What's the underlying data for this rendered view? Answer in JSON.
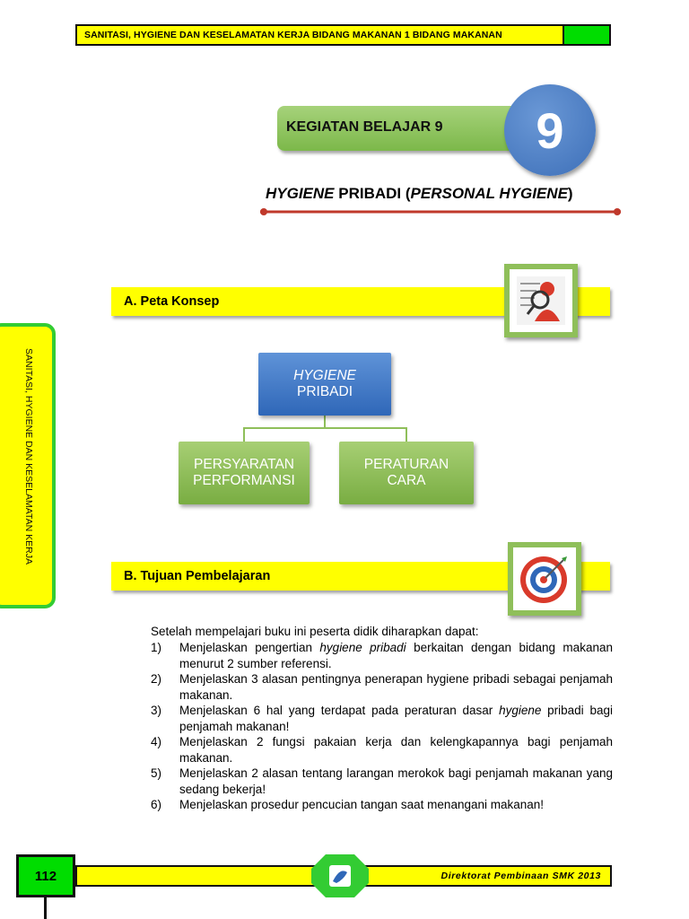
{
  "header": {
    "title": "SANITASI, HYGIENE DAN KESELAMATAN KERJA BIDANG MAKANAN 1 BIDANG MAKANAN"
  },
  "side_tab": {
    "text": "SANITASI, HYGIENE DAN KESELAMATAN KERJA"
  },
  "chapter": {
    "banner": "KEGIATAN BELAJAR 9",
    "number": "9",
    "title_part1": "HYGIENE",
    "title_part2": " PRIBADI (",
    "title_part3": "PERSONAL HYGIENE",
    "title_part4": ")"
  },
  "section_a": {
    "heading": "A.  Peta Konsep",
    "icon": "magnifier-person-icon"
  },
  "concept_map": {
    "top_line1": "HYGIENE",
    "top_line2": "PRIBADI",
    "left_line1": "PERSYARATAN",
    "left_line2": "PERFORMANSI",
    "right_line1": "PERATURAN",
    "right_line2": "CARA"
  },
  "section_b": {
    "heading": "B.  Tujuan Pembelajaran",
    "icon": "target-icon",
    "intro": "Setelah mempelajari buku ini peserta didik diharapkan dapat:",
    "items": [
      {
        "num": "1)",
        "a": "Menjelaskan pengertian ",
        "i": "hygiene pribadi",
        "b": " berkaitan dengan bidang makanan menurut 2 sumber referensi."
      },
      {
        "num": "2)",
        "a": "Menjelaskan 3 alasan pentingnya penerapan hygiene pribadi sebagai penjamah makanan.",
        "i": "",
        "b": ""
      },
      {
        "num": "3)",
        "a": "Menjelaskan 6 hal yang terdapat pada peraturan dasar ",
        "i": "hygiene",
        "b": " pribadi bagi penjamah makanan!"
      },
      {
        "num": "4)",
        "a": "Menjelaskan 2 fungsi pakaian kerja dan kelengkapannya bagi penjamah makanan.",
        "i": "",
        "b": ""
      },
      {
        "num": "5)",
        "a": "Menjelaskan 2 alasan tentang larangan merokok bagi penjamah makanan yang sedang bekerja!",
        "i": "",
        "b": ""
      },
      {
        "num": "6)",
        "a": "Menjelaskan prosedur pencucian tangan saat menangani makanan!",
        "i": "",
        "b": ""
      }
    ]
  },
  "footer": {
    "page_number": "112",
    "publisher": "Direktorat Pembinaan SMK 2013",
    "badge_icon": "logo-badge-icon"
  },
  "colors": {
    "yellow": "#ffff00",
    "green": "#00dd00",
    "blue": "#3d6fb8",
    "olive": "#7cb84a",
    "red": "#c0392b"
  }
}
